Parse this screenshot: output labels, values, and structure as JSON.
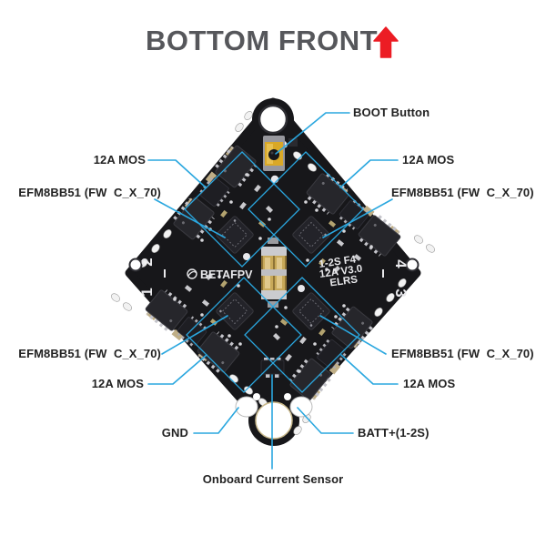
{
  "title": {
    "text": "BOTTOM FRONT"
  },
  "colors": {
    "accent_blue": "#2aa7df",
    "arrow_red": "#ec1c24",
    "title_gray": "#56575b",
    "board_black": "#17171a",
    "boot_gold": "#d9a827"
  },
  "callouts": {
    "boot": {
      "label": "BOOT Button"
    },
    "mos_top_left": {
      "label": "12A MOS"
    },
    "mos_top_right": {
      "label": "12A MOS"
    },
    "efm_top_left": {
      "label": "EFM8BB51 (FW  C_X_70)"
    },
    "efm_top_right": {
      "label": "EFM8BB51 (FW  C_X_70)"
    },
    "efm_bottom_left": {
      "label": "EFM8BB51 (FW  C_X_70)"
    },
    "efm_bottom_right": {
      "label": "EFM8BB51 (FW  C_X_70)"
    },
    "mos_bottom_left": {
      "label": "12A MOS"
    },
    "mos_bottom_right": {
      "label": "12A MOS"
    },
    "gnd": {
      "label": "GND"
    },
    "batt": {
      "label": "BATT+(1-2S)"
    },
    "current_sensor": {
      "label": "Onboard Current Sensor"
    }
  },
  "board": {
    "brand": "BETAFPV",
    "model_lines": [
      "1-2S F4",
      "12A V3.0",
      "ELRS"
    ],
    "motor_numbers": {
      "left_top": "2",
      "left_bottom": "1",
      "right_top": "4",
      "right_bottom": "3"
    }
  }
}
